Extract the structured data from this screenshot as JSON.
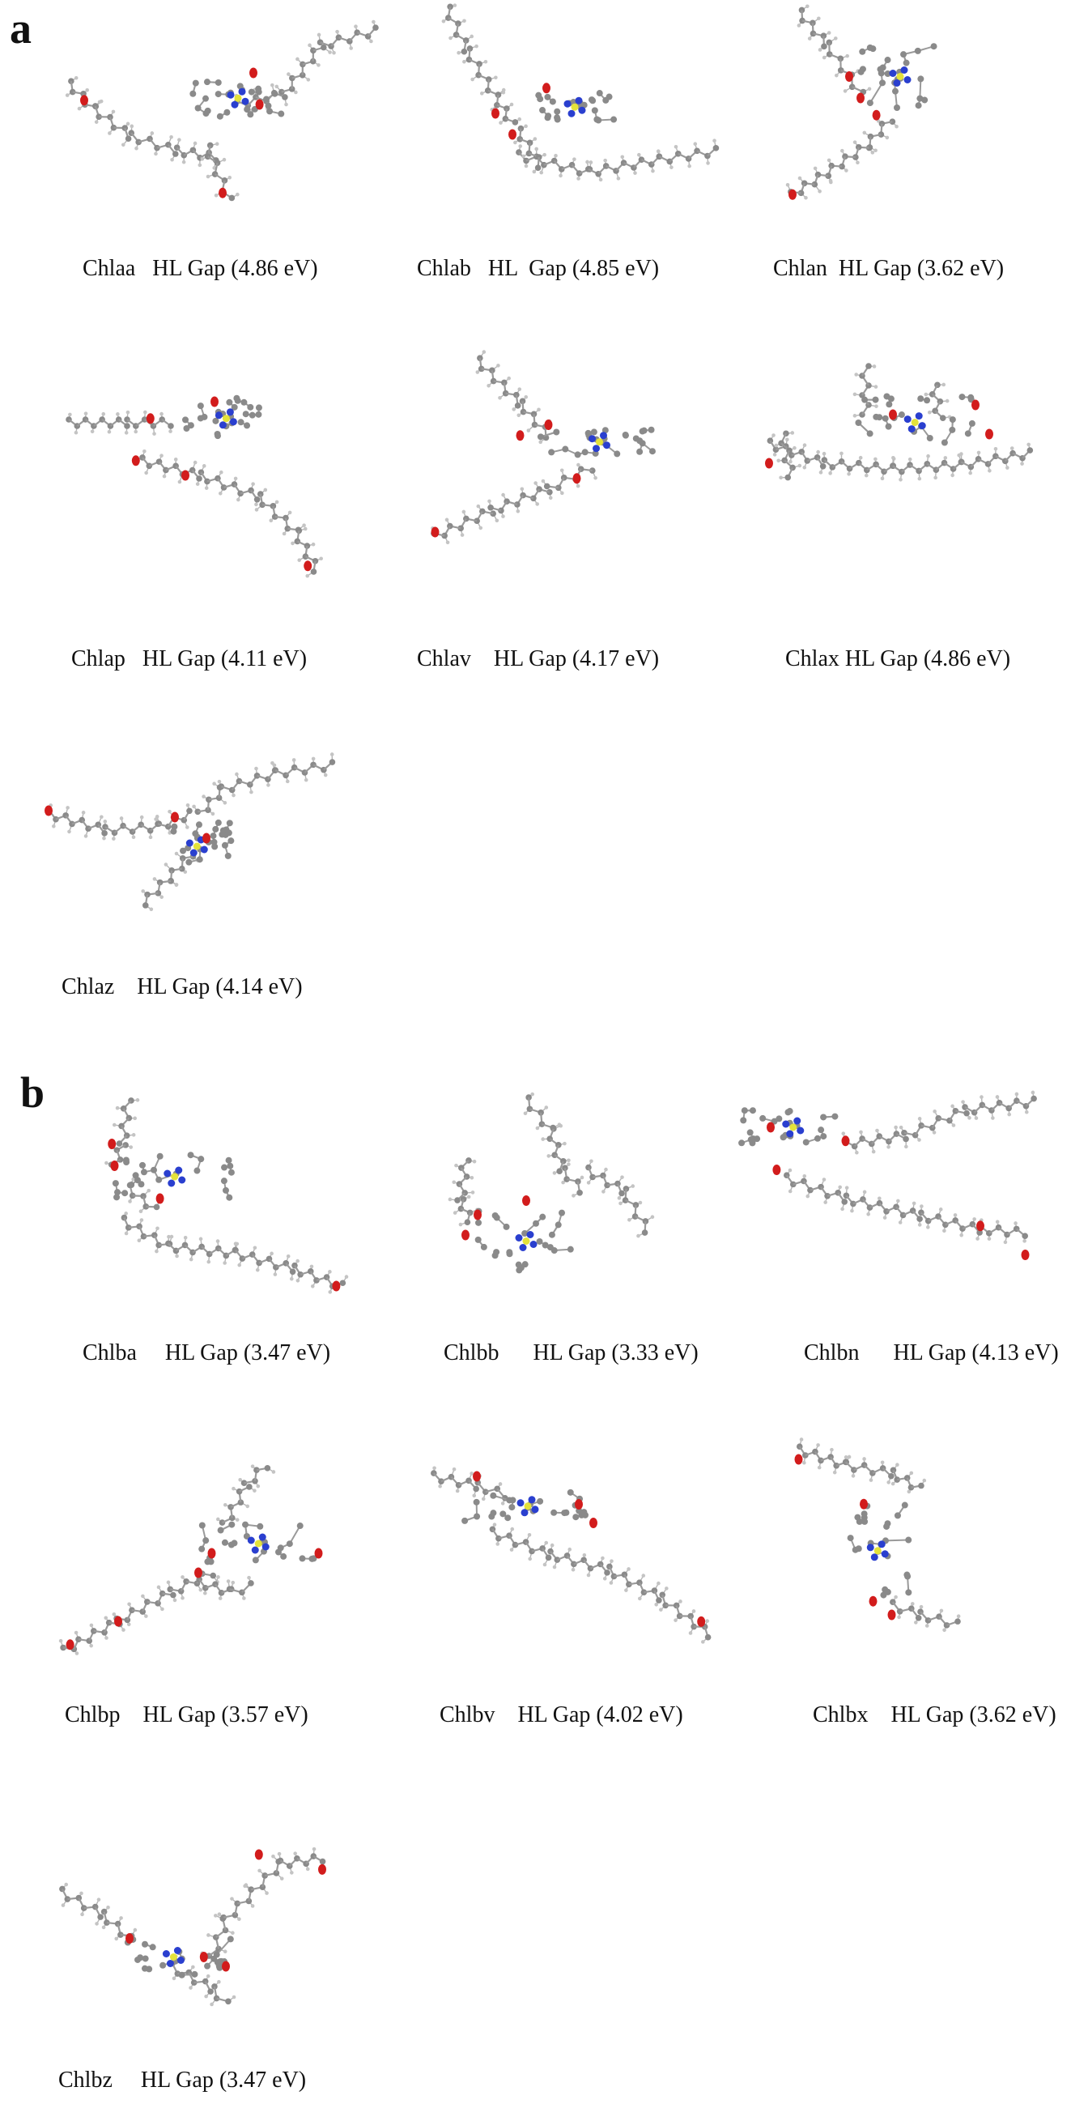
{
  "panel_a": {
    "label": "a",
    "molecules": [
      {
        "name": "Chlaa",
        "gap_label": "HL Gap (4.86 eV)",
        "caption": "Chlaa   HL Gap (4.86 eV)"
      },
      {
        "name": "Chlab",
        "gap_label": "HL  Gap (4.85 eV)",
        "caption": "Chlab   HL  Gap (4.85 eV)"
      },
      {
        "name": "Chlan",
        "gap_label": "HL Gap (3.62 eV)",
        "caption": "Chlan  HL Gap (3.62 eV)"
      },
      {
        "name": "Chlap",
        "gap_label": "HL Gap (4.11 eV)",
        "caption": "Chlap   HL Gap (4.11 eV)"
      },
      {
        "name": "Chlav",
        "gap_label": "HL Gap (4.17 eV)",
        "caption": "Chlav    HL Gap (4.17 eV)"
      },
      {
        "name": "Chlax",
        "gap_label": "HL Gap (4.86 eV)",
        "caption": "Chlax HL Gap (4.86 eV)"
      },
      {
        "name": "Chlaz",
        "gap_label": "HL Gap (4.14 eV)",
        "caption": "Chlaz    HL Gap (4.14 eV)"
      }
    ]
  },
  "panel_b": {
    "label": "b",
    "molecules": [
      {
        "name": "Chlba",
        "gap_label": "HL Gap (3.47 eV)",
        "caption": "Chlba     HL Gap (3.47 eV)"
      },
      {
        "name": "Chlbb",
        "gap_label": "HL Gap (3.33 eV)",
        "caption": "Chlbb      HL Gap (3.33 eV)"
      },
      {
        "name": "Chlbn",
        "gap_label": "HL Gap (4.13 eV)",
        "caption": "Chlbn      HL Gap (4.13 eV)"
      },
      {
        "name": "Chlbp",
        "gap_label": "HL Gap (3.57 eV)",
        "caption": "Chlbp    HL Gap (3.57 eV)"
      },
      {
        "name": "Chlbv",
        "gap_label": "HL Gap (4.02 eV)",
        "caption": "Chlbv    HL Gap (4.02 eV)"
      },
      {
        "name": "Chlbx",
        "gap_label": "HL Gap (3.62 eV)",
        "caption": "Chlbx    HL Gap (3.62 eV)"
      },
      {
        "name": "Chlbz",
        "gap_label": "HL Gap (3.47 eV)",
        "caption": "Chlbz     HL Gap (3.47 eV)"
      }
    ]
  },
  "colors": {
    "carbon": "#8a8a8a",
    "hydrogen": "#c4c4c4",
    "oxygen": "#d21c1c",
    "nitrogen": "#2a3fcf",
    "magnesium": "#e4e23a",
    "bond": "#9a9a9a"
  }
}
